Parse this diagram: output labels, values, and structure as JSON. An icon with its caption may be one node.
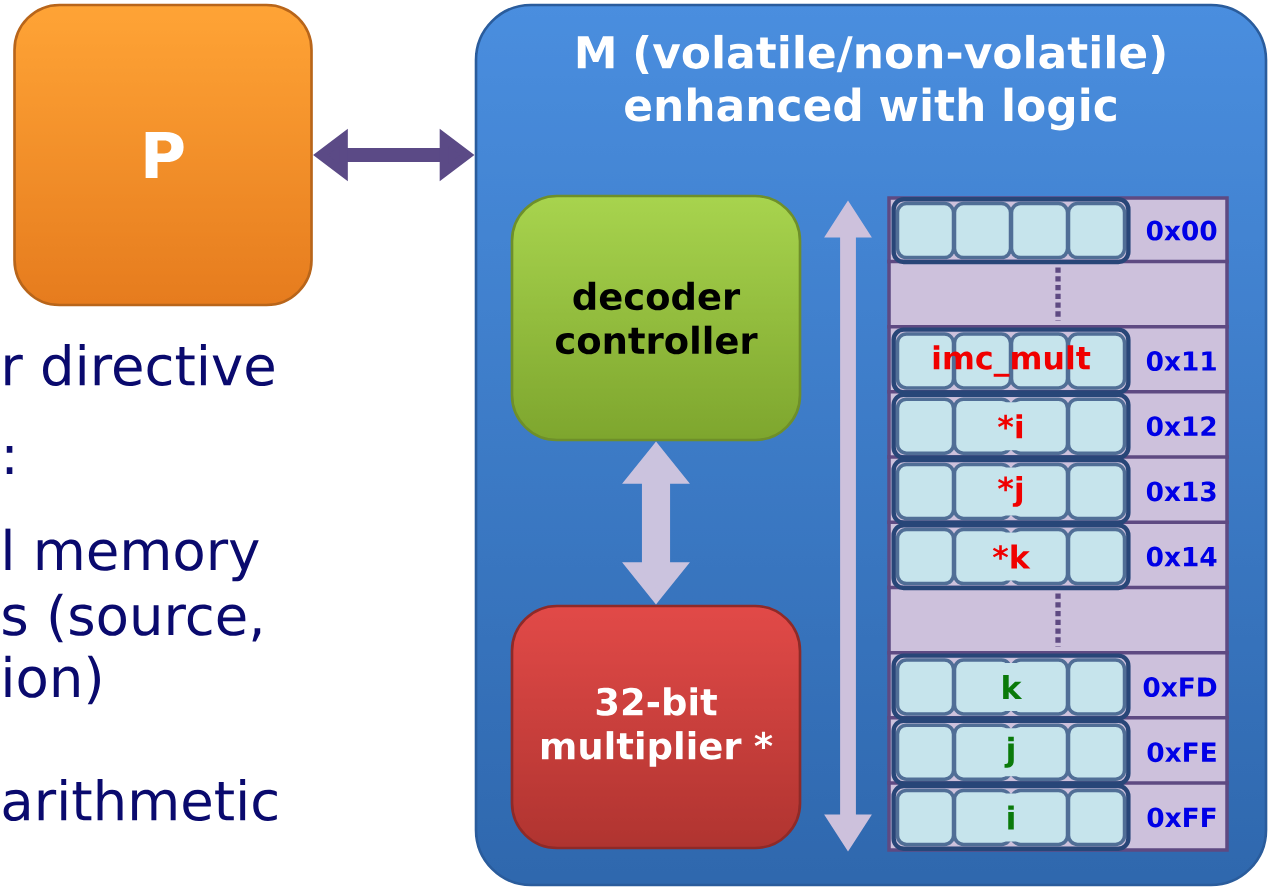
{
  "diagram": {
    "nodes": [
      {
        "text": [
          "P"
        ]
      },
      {
        "text": [
          "M (volatile/non-volatile) enhanced with logic"
        ]
      },
      {
        "text": [
          "decoder controller"
        ],
        "in": 1
      },
      {
        "text": [
          "32-bit multiplier *"
        ],
        "in": 1
      },
      {
        "text": [],
        "shape": "box",
        "in": 1
      },
      {
        "text": [],
        "shape": "box",
        "in": 4,
        "beside": [
          "0x00"
        ]
      },
      {
        "text": [
          "imc_mult"
        ],
        "in": 4,
        "beside": [
          "0x11"
        ]
      },
      {
        "text": [
          "*i"
        ],
        "in": 4,
        "beside": [
          "0x12"
        ]
      },
      {
        "text": [
          "*j"
        ],
        "in": 4,
        "beside": [
          "0x13"
        ]
      },
      {
        "text": [
          "*k"
        ],
        "in": 4,
        "beside": [
          "0x14"
        ]
      },
      {
        "text": [
          "k"
        ],
        "in": 4,
        "beside": [
          "0xFD"
        ]
      },
      {
        "text": [
          "j"
        ],
        "in": 4,
        "beside": [
          "0xFE"
        ]
      },
      {
        "text": [
          "i"
        ],
        "in": 4,
        "beside": [
          "0xFF"
        ]
      }
    ],
    "edges": [
      {
        "from": 0,
        "to": 1,
        "arrow": "both",
        "color": "#5b4a86"
      },
      {
        "from": 2,
        "to": 3,
        "arrow": "both",
        "style": "thick",
        "color": "#cbc3de"
      }
    ],
    "labels": [
      "r directive",
      ":",
      "l memory",
      "s (source,",
      "ion)",
      "arithmetic"
    ]
  }
}
